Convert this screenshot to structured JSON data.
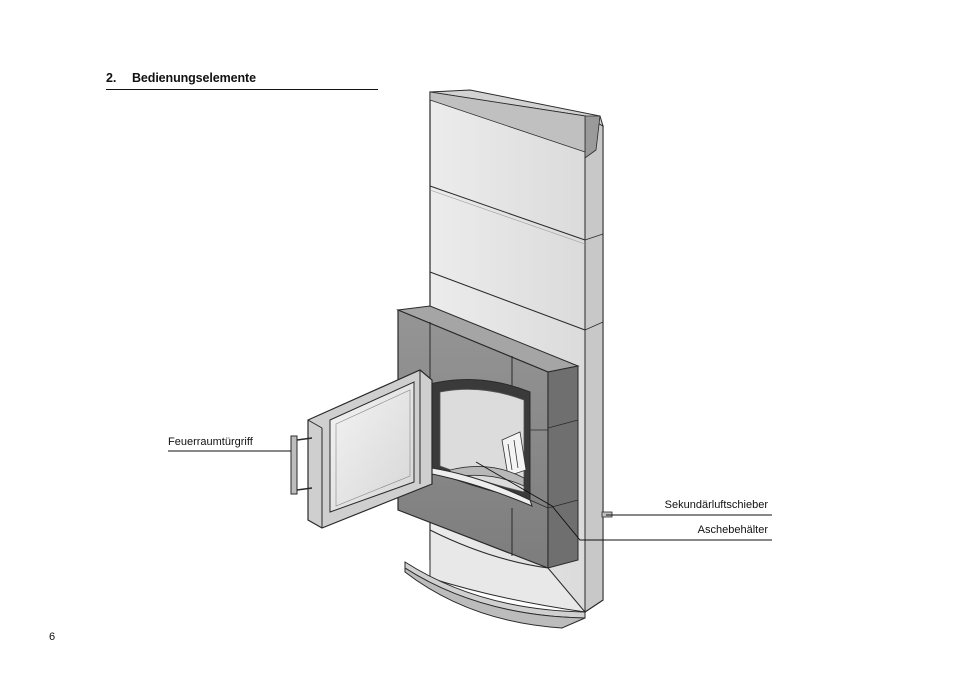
{
  "section": {
    "number": "2.",
    "title": "Bedienungselemente"
  },
  "callouts": {
    "door_handle": "Feuerraumtürgriff",
    "secondary_air": "Sekundärluftschieber",
    "ash_container": "Aschebehälter"
  },
  "page": {
    "number": "6"
  },
  "colors": {
    "stone": "#8e8e8e",
    "stone_dark": "#6f6f6f",
    "panel": "#e4e4e4",
    "panel_side": "#cfcfcf",
    "outline": "#2a2a2a"
  }
}
